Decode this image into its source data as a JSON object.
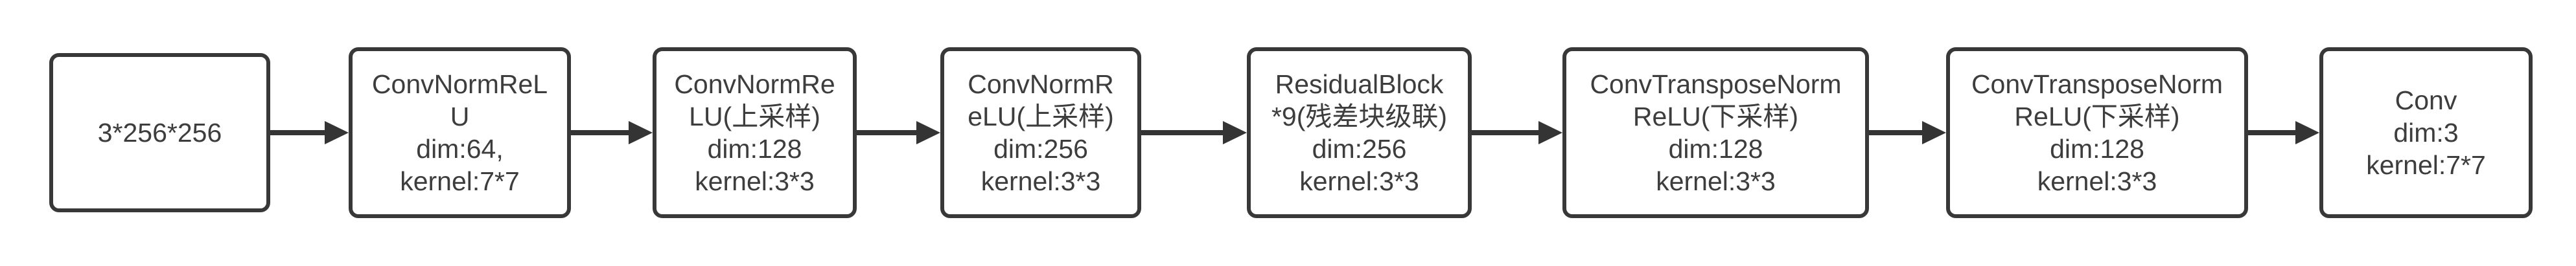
{
  "diagram": {
    "type": "flowchart",
    "direction": "left-to-right",
    "background_color": "#ffffff",
    "node_fill_color": "#ffffff",
    "stroke_color": "#383838",
    "text_color": "#3d3d3d",
    "nodes": [
      {
        "id": "input",
        "label": "3*256*256",
        "lines": [
          "3*256*256"
        ]
      },
      {
        "id": "conv64",
        "label": "ConvNormReLU dim:64, kernel:7*7",
        "lines": [
          "ConvNormReL",
          "U",
          "dim:64,",
          "kernel:7*7"
        ]
      },
      {
        "id": "conv128",
        "label": "ConvNormReLU(上采样) dim:128 kernel:3*3",
        "lines": [
          "ConvNormRe",
          "LU(上采样)",
          "dim:128",
          "kernel:3*3"
        ]
      },
      {
        "id": "conv256",
        "label": "ConvNormReLU(上采样) dim:256 kernel:3*3",
        "lines": [
          "ConvNormR",
          "eLU(上采样)",
          "dim:256",
          "kernel:3*3"
        ]
      },
      {
        "id": "resblocks",
        "label": "ResidualBlock*9(残差块级联) dim:256 kernel:3*3",
        "lines": [
          "ResidualBlock",
          "*9(残差块级联)",
          "dim:256",
          "kernel:3*3"
        ]
      },
      {
        "id": "deconv1",
        "label": "ConvTransposeNormReLU(下采样) dim:128 kernel:3*3",
        "lines": [
          "ConvTransposeNorm",
          "ReLU(下采样)",
          "dim:128",
          "kernel:3*3"
        ]
      },
      {
        "id": "deconv2",
        "label": "ConvTransposeNormReLU(下采样) dim:128 kernel:3*3",
        "lines": [
          "ConvTransposeNorm",
          "ReLU(下采样)",
          "dim:128",
          "kernel:3*3"
        ]
      },
      {
        "id": "output",
        "label": "Conv dim:3 kernel:7*7",
        "lines": [
          "Conv",
          "dim:3",
          "kernel:7*7"
        ]
      }
    ],
    "connections": [
      {
        "from": "input",
        "to": "conv64"
      },
      {
        "from": "conv64",
        "to": "conv128"
      },
      {
        "from": "conv128",
        "to": "conv256"
      },
      {
        "from": "conv256",
        "to": "resblocks"
      },
      {
        "from": "resblocks",
        "to": "deconv1"
      },
      {
        "from": "deconv1",
        "to": "deconv2"
      },
      {
        "from": "deconv2",
        "to": "output"
      }
    ]
  }
}
